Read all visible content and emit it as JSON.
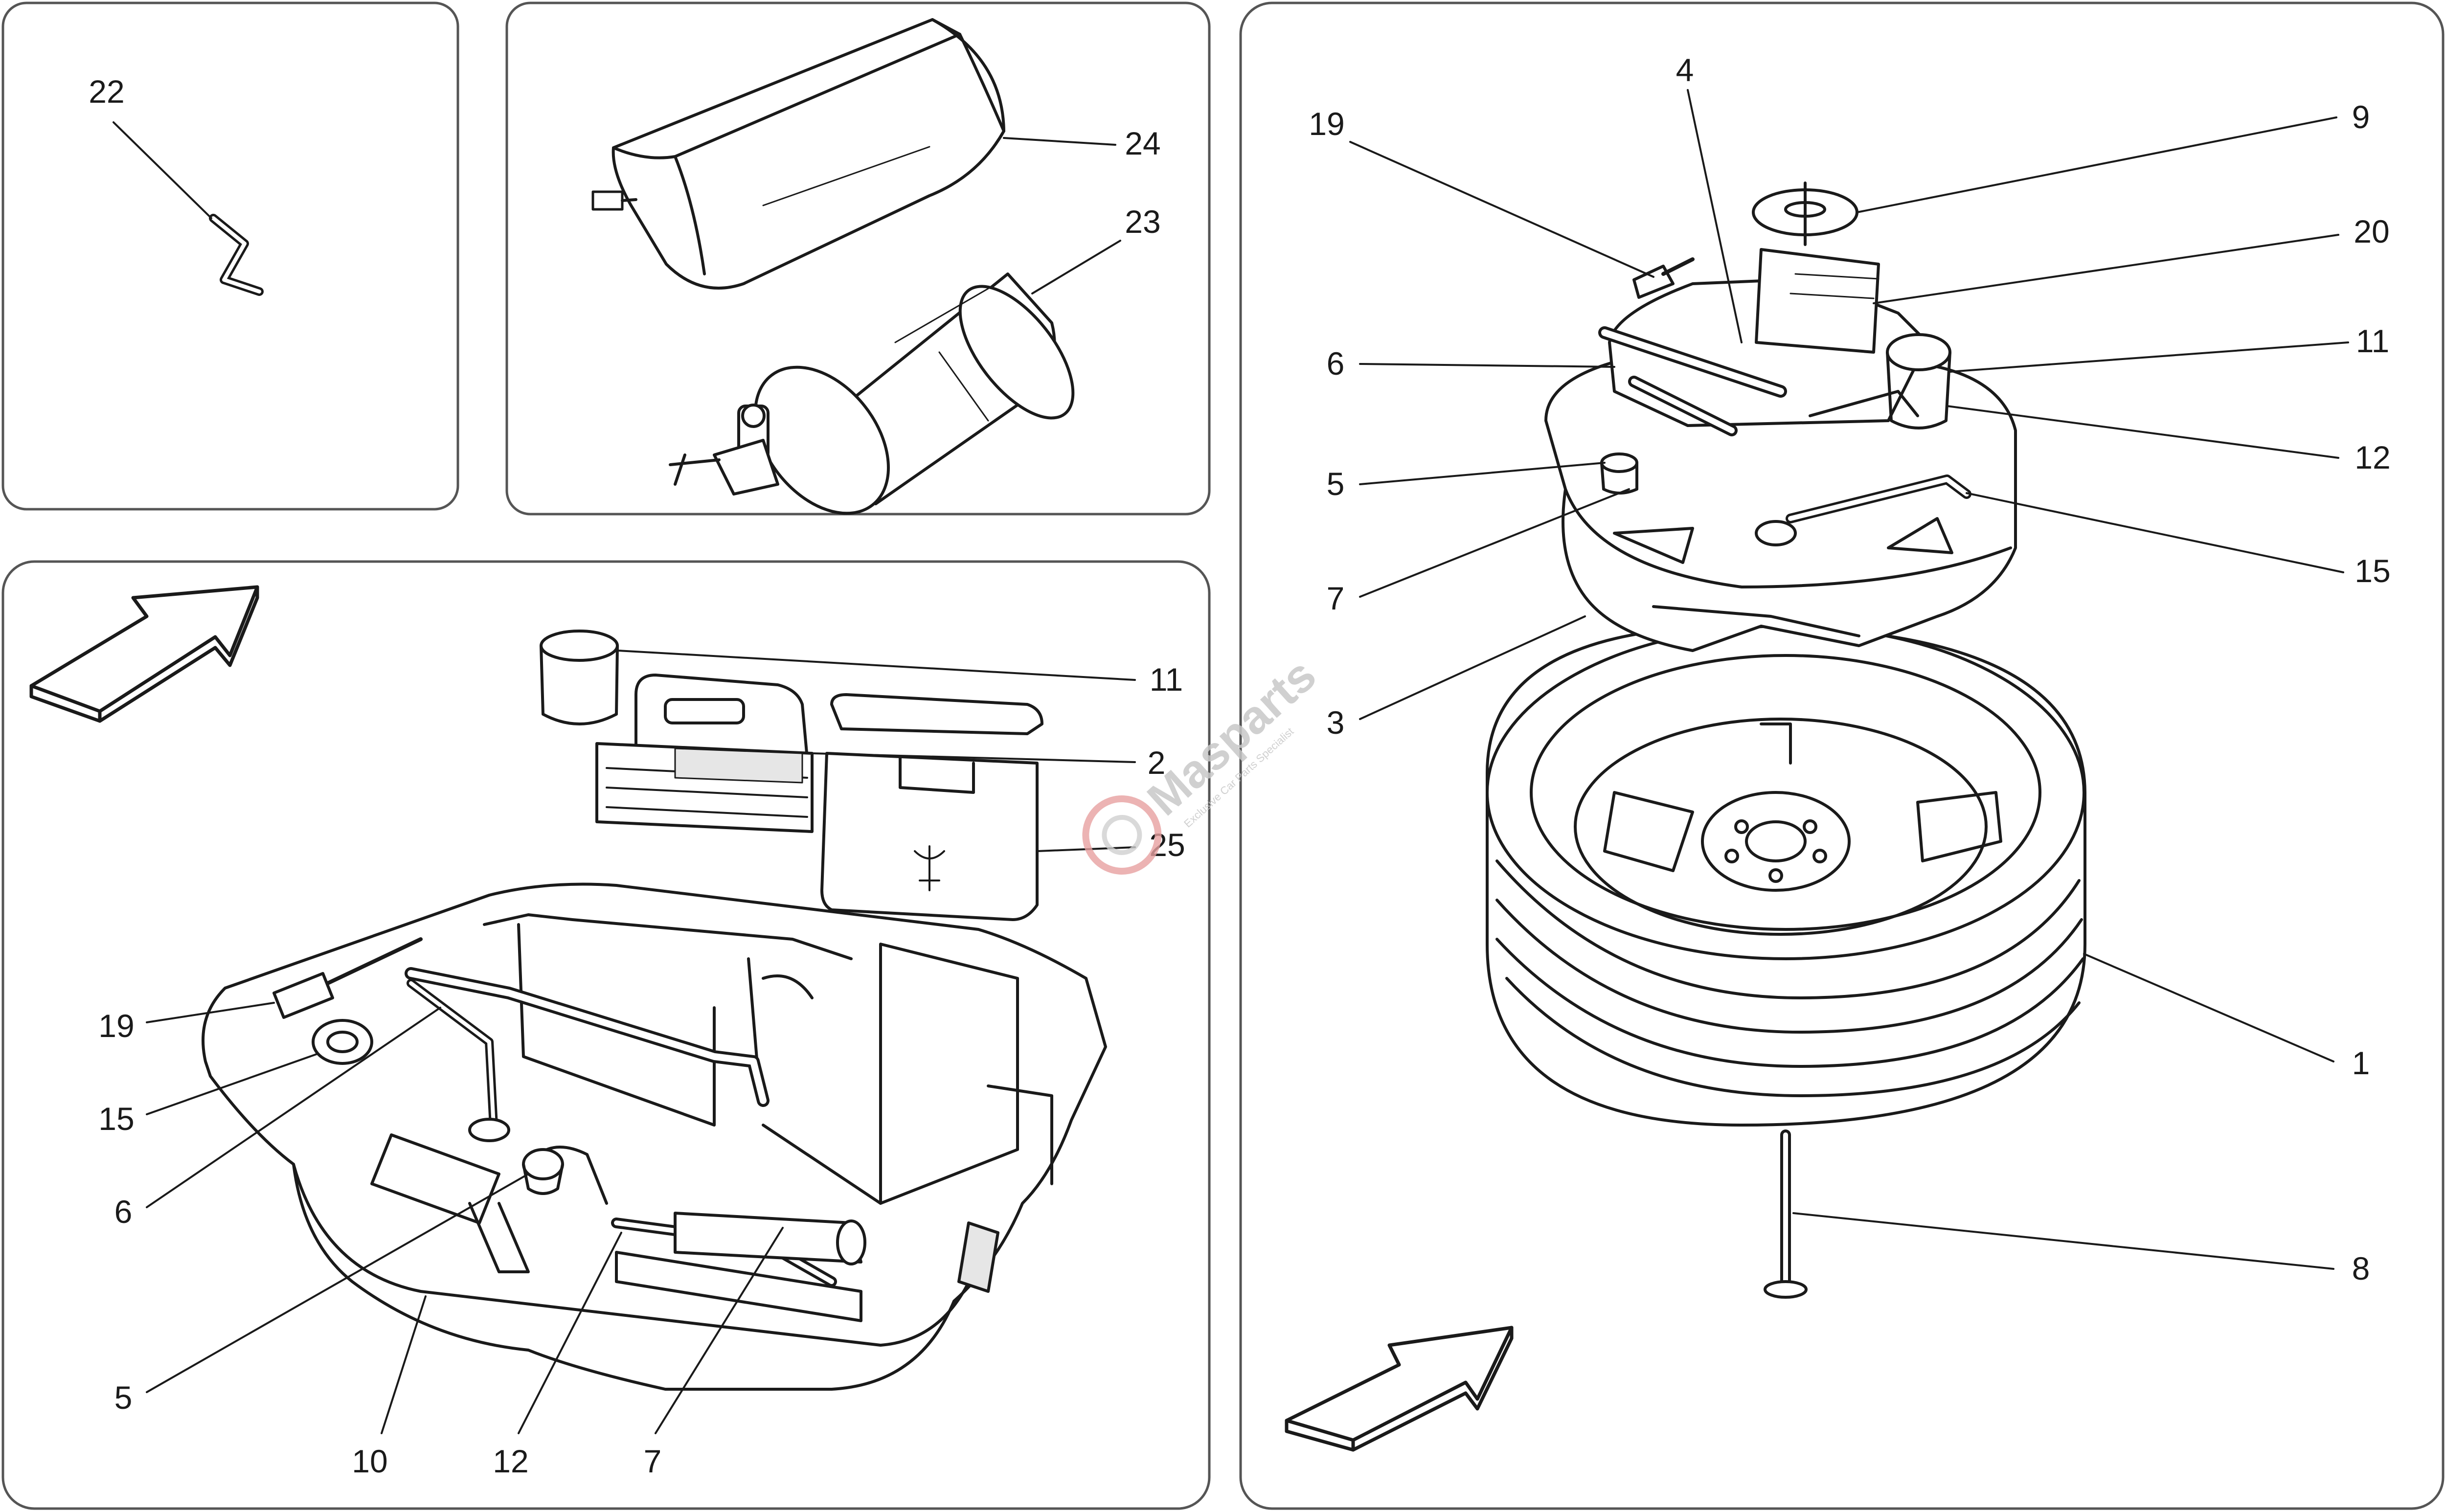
{
  "watermark": {
    "brand": "Masparts",
    "tagline": "Exclusive Car Parts Specialist"
  },
  "panels": [
    {
      "id": "spanner",
      "callouts": [
        "22"
      ]
    },
    {
      "id": "bag-and-sealant",
      "callouts": [
        "24",
        "23"
      ]
    },
    {
      "id": "tool-tray",
      "callouts": [
        "11",
        "2",
        "25",
        "19",
        "15",
        "6",
        "5",
        "10",
        "12",
        "7"
      ]
    },
    {
      "id": "spare-wheel",
      "callouts": [
        "19",
        "4",
        "9",
        "20",
        "6",
        "11",
        "12",
        "5",
        "15",
        "7",
        "3",
        "1",
        "8"
      ]
    }
  ],
  "colors": {
    "line": "#1a1a1a",
    "panel_border": "#555555",
    "part_fill": "#ffffff",
    "shade": "#e6e6e6",
    "watermark": "#c8c8c8",
    "watermark_accent": "#e7a0a0"
  }
}
